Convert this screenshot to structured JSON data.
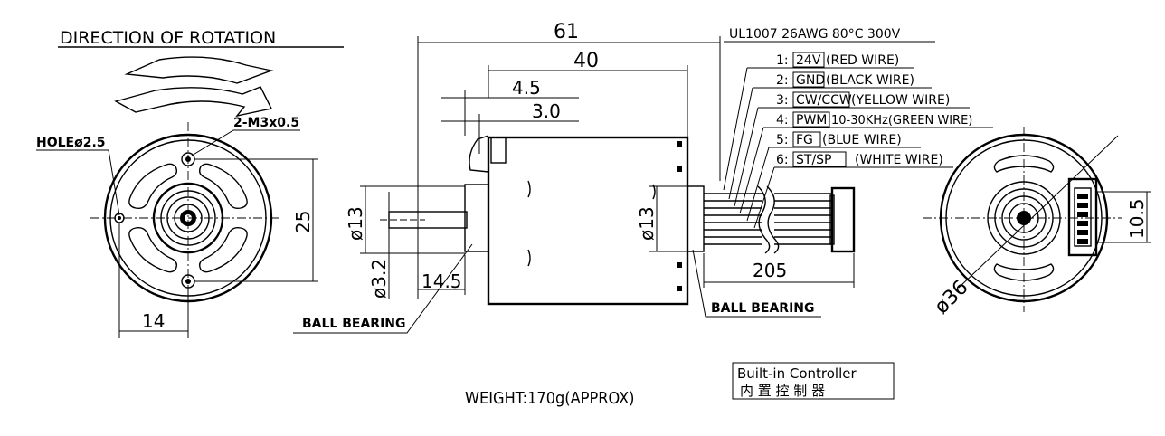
{
  "title": "DIRECTION OF ROTATION",
  "left_view": {
    "hole_label": "HOLEø2.5",
    "thread_label": "2-M3x0.5",
    "dim_height": "25",
    "dim_width": "14"
  },
  "side_view": {
    "dim_overall": "61",
    "dim_body": "40",
    "dim_4_5": "4.5",
    "dim_3_0": "3.0",
    "dim_boss_dia": "ø13",
    "dim_shaft_dia": "ø3.2",
    "dim_shaft_len": "14.5",
    "dim_rear_dia": "ø13",
    "dim_lead_len": "205",
    "bearing_front": "BALL BEARING",
    "bearing_rear": "BALL BEARING"
  },
  "cable_spec": "UL1007 26AWG 80°C 300V",
  "wires": [
    {
      "num": "1:",
      "code": "24V",
      "desc": "(RED WIRE)"
    },
    {
      "num": "2:",
      "code": "GND",
      "desc": "(BLACK WIRE)"
    },
    {
      "num": "3:",
      "code": "CW/CCW",
      "desc": "(YELLOW WIRE)"
    },
    {
      "num": "4:",
      "code": "PWM",
      "desc": "10-30KHz(GREEN WIRE)"
    },
    {
      "num": "5:",
      "code": "FG",
      "desc": "(BLUE WIRE)"
    },
    {
      "num": "6:",
      "code": "ST/SP",
      "desc": "(WHITE WIRE)"
    }
  ],
  "right_view": {
    "dim_dia": "ø36",
    "dim_connector": "10.5"
  },
  "weight": "WEIGHT:170g(APPROX)",
  "controller_en": "Built-in Controller",
  "controller_cn": "内 置 控 制 器"
}
